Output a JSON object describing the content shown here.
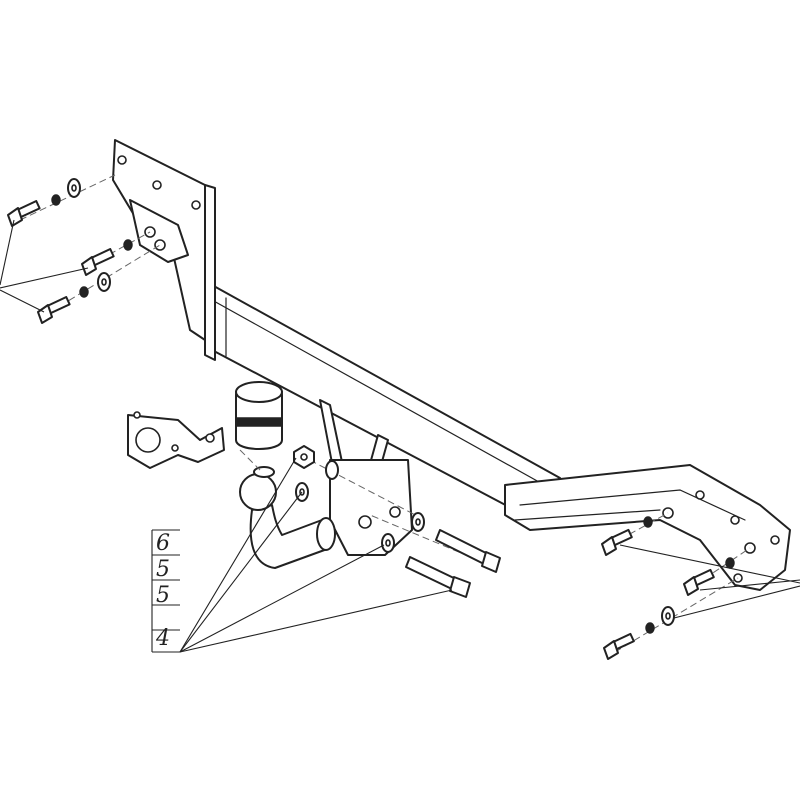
{
  "callouts": [
    {
      "label": "6"
    },
    {
      "label": "5"
    },
    {
      "label": "5"
    },
    {
      "label": "4"
    }
  ],
  "colors": {
    "line": "#222222",
    "background": "#ffffff"
  }
}
